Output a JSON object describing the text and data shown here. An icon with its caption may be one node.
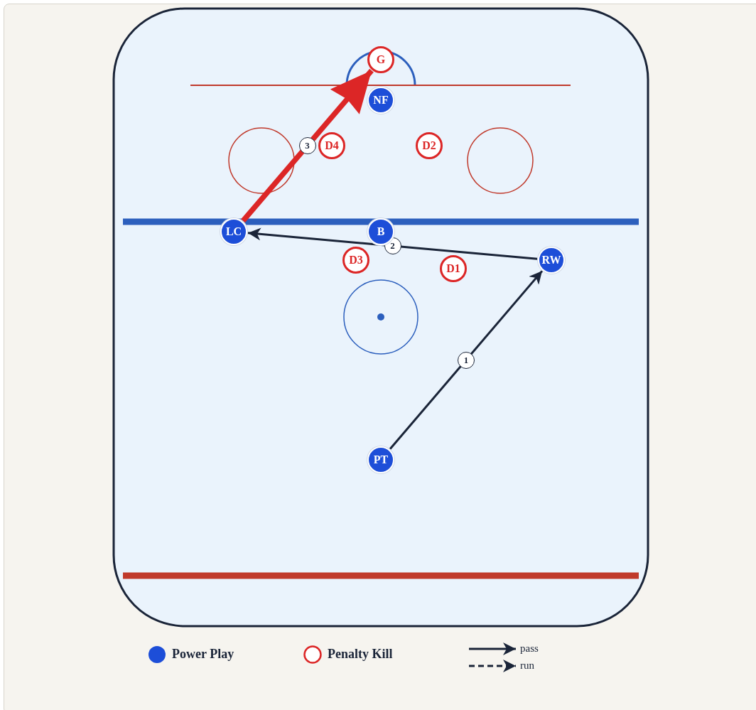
{
  "diagram": {
    "nodes": [
      {
        "text": [
          "G"
        ]
      },
      {
        "text": [
          "NF"
        ]
      },
      {
        "text": [
          "D4"
        ]
      },
      {
        "text": [
          "D2"
        ]
      },
      {
        "text": [
          "LC"
        ]
      },
      {
        "text": [
          "B"
        ]
      },
      {
        "text": [
          "D3"
        ]
      },
      {
        "text": [
          "D1"
        ]
      },
      {
        "text": [
          "RW"
        ]
      },
      {
        "text": [
          "PT"
        ]
      }
    ],
    "edges": [
      {
        "from": 9,
        "to": 8,
        "arrow": "to",
        "label": "1"
      },
      {
        "from": 8,
        "to": 4,
        "arrow": "to",
        "label": "2"
      },
      {
        "from": 4,
        "to": 0,
        "arrow": "to",
        "label": "3",
        "style": "thick",
        "color": "#dc2626"
      }
    ],
    "legend": [
      {
        "text": "Power Play",
        "color": "#1d4ed8"
      },
      {
        "text": "Penalty Kill"
      },
      {
        "text": "pass"
      },
      {
        "text": "run"
      }
    ]
  }
}
